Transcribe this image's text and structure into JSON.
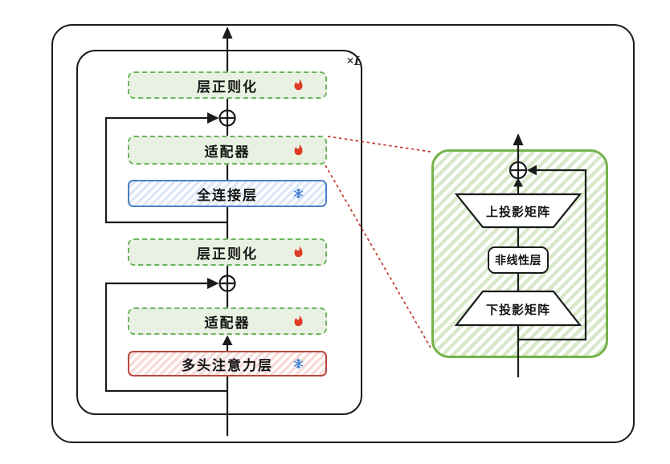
{
  "figure": {
    "repeat_label": "×L",
    "transformer_block": {
      "layers": [
        {
          "label": "层正则化",
          "status": "trainable",
          "icon": "fire-icon"
        },
        {
          "label": "适配器",
          "status": "trainable",
          "icon": "fire-icon"
        },
        {
          "label": "全连接层",
          "status": "frozen",
          "icon": "snowflake-icon"
        },
        {
          "label": "层正则化",
          "status": "trainable",
          "icon": "fire-icon"
        },
        {
          "label": "适配器",
          "status": "trainable",
          "icon": "fire-icon"
        },
        {
          "label": "多头注意力层",
          "status": "frozen",
          "icon": "snowflake-icon"
        }
      ]
    },
    "adapter_detail": {
      "up_projection_label": "上投影矩阵",
      "nonlinear_label": "非线性层",
      "down_projection_label": "下投影矩阵"
    },
    "colors": {
      "trainable_border_green": "#6cb55e",
      "trainable_fill_green": "#e9f2e2",
      "frozen_blue_border": "#4a7fc1",
      "frozen_red_border": "#b9473d",
      "flame_red": "#df3b22",
      "snowflake_blue": "#3f7fd1",
      "detail_frame_green": "#74b24a",
      "zoom_connector_red": "#c23b2f",
      "line_black": "#1b1b1b"
    }
  }
}
